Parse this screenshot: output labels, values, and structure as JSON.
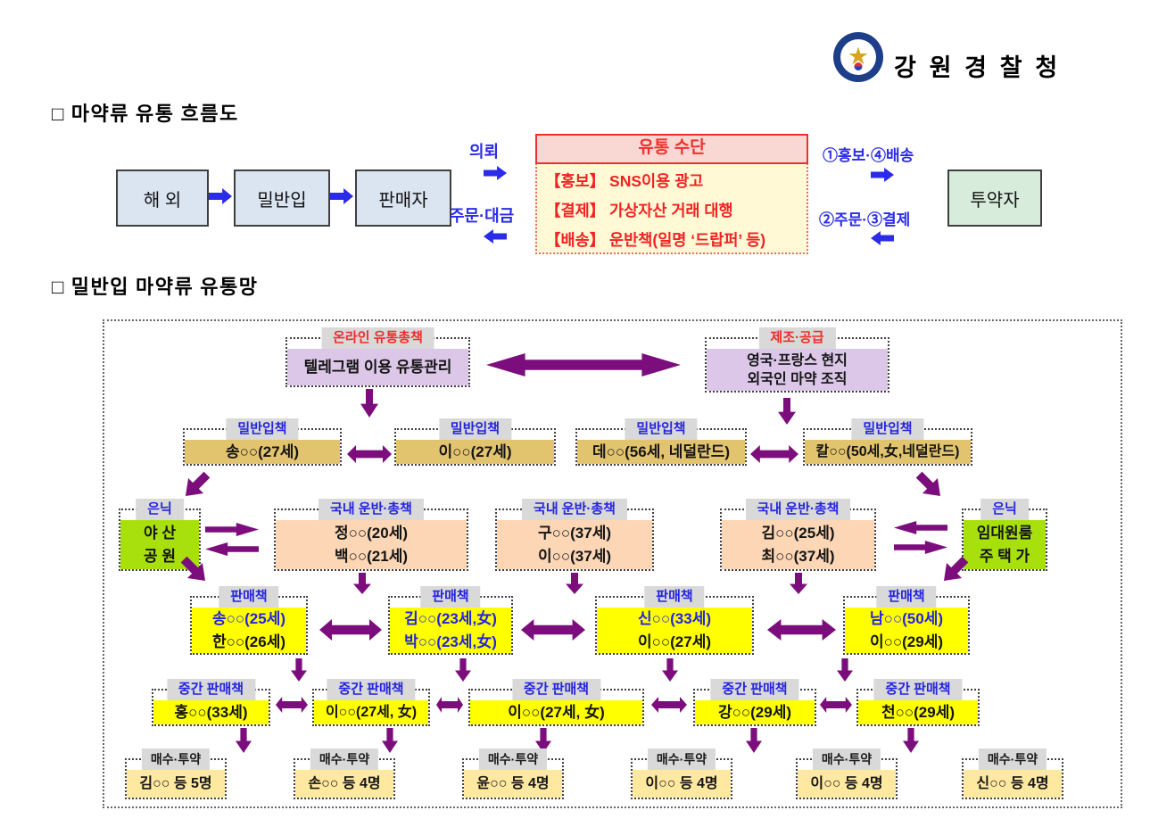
{
  "header": {
    "agency_name": "강 원 경 찰 청",
    "logo": "gangwon-police-badge-icon"
  },
  "section1": {
    "title": "□ 마약류 유통 흐름도",
    "boxes": {
      "overseas": "해 외",
      "smuggling": "밀반입",
      "seller": "판매자",
      "user": "투약자"
    },
    "labels": {
      "request": "의뢰",
      "order_payment": "주문·대금",
      "promo_delivery": "①홍보·④배송",
      "order_settle": "②주문·③결제"
    },
    "channel": {
      "title": "유통 수단",
      "items": [
        "【홍보】 SNS이용 광고",
        "【결제】 가상자산 거래 대행",
        "【배송】 운반책(일명 ‘드랍퍼’ 등)"
      ]
    }
  },
  "section2": {
    "title": "□ 밀반입 마약류 유통망",
    "nodes": {
      "online_boss": {
        "label": "온라인 유통총책",
        "lines": [
          "텔레그램 이용 유통관리"
        ]
      },
      "manufacture": {
        "label": "제조·공급",
        "lines": [
          "영국·프랑스 현지",
          "외국인 마약 조직"
        ]
      },
      "smuggler1": {
        "label": "밀반입책",
        "lines": [
          "송○○(27세)"
        ]
      },
      "smuggler2": {
        "label": "밀반입책",
        "lines": [
          "이○○(27세)"
        ]
      },
      "smuggler3": {
        "label": "밀반입책",
        "lines": [
          "데○○(56세, 네덜란드)"
        ]
      },
      "smuggler4": {
        "label": "밀반입책",
        "lines": [
          "칼○○(50세,女,네덜란드)"
        ]
      },
      "hideout_left": {
        "label": "은닉",
        "lines": [
          "야 산",
          "공 원"
        ]
      },
      "carrier1": {
        "label": "국내 운반·총책",
        "lines": [
          "정○○(20세)",
          "백○○(21세)"
        ]
      },
      "carrier2": {
        "label": "국내 운반·총책",
        "lines": [
          "구○○(37세)",
          "이○○(37세)"
        ]
      },
      "carrier3": {
        "label": "국내 운반·총책",
        "lines": [
          "김○○(25세)",
          "최○○(37세)"
        ]
      },
      "hideout_right": {
        "label": "은닉",
        "lines": [
          "임대원룸",
          "주 택 가"
        ]
      },
      "seller1": {
        "label": "판매책",
        "lines": [
          "송○○(25세)",
          "한○○(26세)"
        ]
      },
      "seller2": {
        "label": "판매책",
        "lines": [
          "김○○(23세,女)",
          "박○○(23세,女)"
        ]
      },
      "seller3": {
        "label": "판매책",
        "lines": [
          "신○○(33세)",
          "이○○(27세)"
        ]
      },
      "seller4": {
        "label": "판매책",
        "lines": [
          "남○○(50세)",
          "이○○(29세)"
        ]
      },
      "mid1": {
        "label": "중간 판매책",
        "lines": [
          "홍○○(33세)"
        ]
      },
      "mid2": {
        "label": "중간 판매책",
        "lines": [
          "이○○(27세, 女)"
        ]
      },
      "mid3": {
        "label": "중간 판매책",
        "lines": [
          "이○○(27세, 女)"
        ]
      },
      "mid4": {
        "label": "중간 판매책",
        "lines": [
          "강○○(29세)"
        ]
      },
      "mid5": {
        "label": "중간 판매책",
        "lines": [
          "천○○(29세)"
        ]
      },
      "buyer1": {
        "label": "매수·투약",
        "lines": [
          "김○○ 등 5명"
        ]
      },
      "buyer2": {
        "label": "매수·투약",
        "lines": [
          "손○○ 등 4명"
        ]
      },
      "buyer3": {
        "label": "매수·투약",
        "lines": [
          "윤○○ 등 4명"
        ]
      },
      "buyer4": {
        "label": "매수·투약",
        "lines": [
          "이○○ 등 4명"
        ]
      },
      "buyer5": {
        "label": "매수·투약",
        "lines": [
          "이○○ 등 4명"
        ]
      },
      "buyer6": {
        "label": "매수·투약",
        "lines": [
          "신○○ 등 4명"
        ]
      }
    }
  },
  "colors": {
    "accent_blue": "#2b2bea",
    "accent_red": "#f03030",
    "arrow_purple": "#7c0d7c",
    "tab_gray": "#d9d9d9",
    "node_purple": "#dcc7e8",
    "node_tan": "#e3c46e",
    "node_peach": "#fcd6b5",
    "node_green": "#a8e00e",
    "node_yellow": "#ffff00",
    "node_pale_yellow": "#ffe9a0",
    "flow_box_blue": "#dbe5f2",
    "flow_box_green": "#d7ecdb",
    "channel_bg": "#fff9d6"
  }
}
